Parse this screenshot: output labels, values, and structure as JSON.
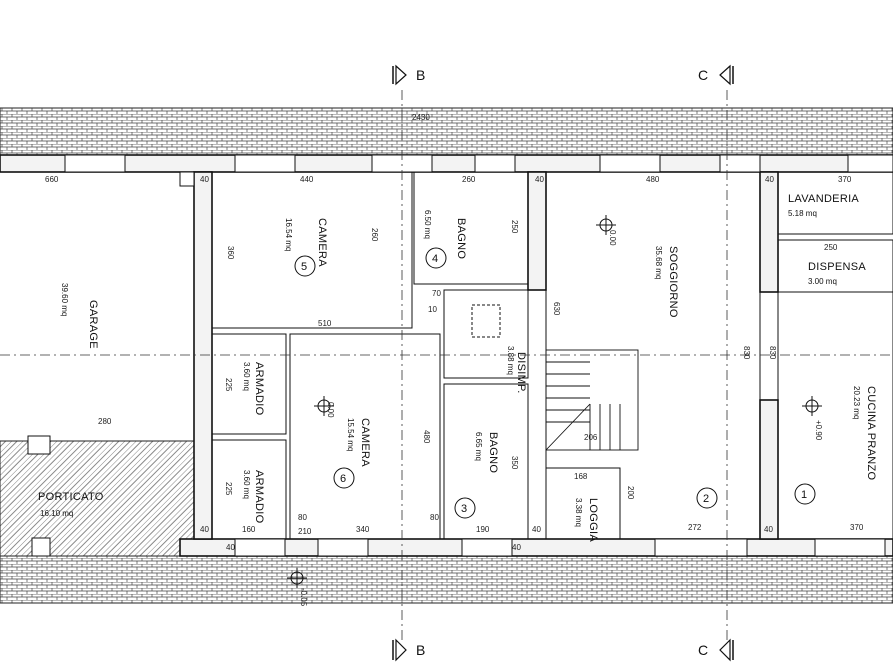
{
  "sections": {
    "b_top": "B",
    "c_top": "C",
    "b_bottom": "B",
    "c_bottom": "C"
  },
  "overall_dim": "2430",
  "rooms": {
    "garage": {
      "name": "GARAGE",
      "area": "39.60 mq",
      "width": "660"
    },
    "porticato": {
      "name": "PORTICATO",
      "area": "16.10 mq"
    },
    "camera5": {
      "name": "CAMERA",
      "area": "16.54 mq",
      "num": "5",
      "w": "440",
      "h": "360",
      "w2": "510"
    },
    "bagno4": {
      "name": "BAGNO",
      "area": "6.50 mq",
      "num": "4",
      "w": "260",
      "h": "250"
    },
    "disimp": {
      "name": "DISIMP.",
      "area": "3.88 mq"
    },
    "armadio1": {
      "name": "ARMADIO",
      "area": "3.60 mq",
      "h": "225"
    },
    "armadio2": {
      "name": "ARMADIO",
      "area": "3.60 mq",
      "h": "225",
      "w": "160"
    },
    "camera6": {
      "name": "CAMERA",
      "area": "15.54 mq",
      "num": "6",
      "w": "340",
      "h": "480"
    },
    "bagno3": {
      "name": "BAGNO",
      "area": "6.65 mq",
      "num": "3",
      "w": "190",
      "h": "350"
    },
    "soggiorno": {
      "name": "SOGGIORNO",
      "area": "35.68 mq",
      "num": "2",
      "w": "480",
      "h": "830",
      "h2": "630",
      "w2": "272",
      "stair": "206"
    },
    "loggia": {
      "name": "LOGGIA",
      "area": "3.38 mq",
      "w": "168",
      "h": "200"
    },
    "lavanderia": {
      "name": "LAVANDERIA",
      "area": "5.18 mq",
      "w": "370"
    },
    "dispensa": {
      "name": "DISPENSA",
      "area": "3.00 mq",
      "w": "250"
    },
    "cucina": {
      "name": "CUCINA PRANZO",
      "area": "20.23 mq",
      "num": "1",
      "w": "370",
      "h": "830"
    }
  },
  "walls": {
    "w40": "40",
    "w70": "70",
    "w10": "10",
    "w80": "80",
    "w210": "210",
    "w260": "260",
    "w280": "280"
  },
  "levels": {
    "l1": "0.00",
    "l2": "+0.90",
    "l3": "-0.05"
  }
}
